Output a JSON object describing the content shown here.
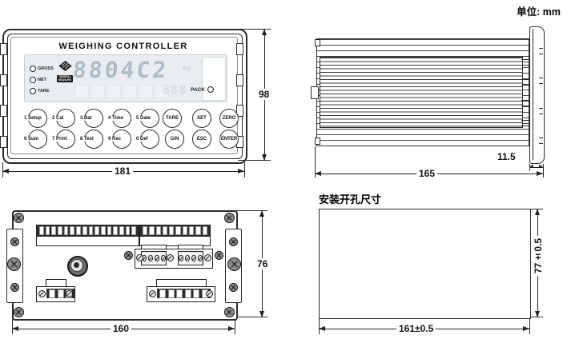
{
  "unit_note": "单位: mm",
  "front_view": {
    "title": "WEIGHING CONTROLLER",
    "leds": [
      "GROSS",
      "NET",
      "TARE"
    ],
    "logo_line1": "GENERAL",
    "logo_line2": "MEASURE",
    "display_value": "8804C2",
    "display_unit": "kg",
    "sub_display": "888",
    "pack_label": "PACK",
    "faint_box_count": 6,
    "tab_count": 4,
    "keys": [
      [
        "1 Setup",
        "2 Cal",
        "3 Bat",
        "4 Time",
        "5 Date"
      ],
      [
        "6 Sum",
        "7 Print",
        "8 Test",
        "9 Rec",
        "0 Def"
      ]
    ],
    "fn_keys": [
      [
        "TARE",
        "SET",
        "ZERO"
      ],
      [
        "G/N",
        "ESC",
        "ENTER"
      ]
    ],
    "dim_height": "98",
    "dim_width": "181"
  },
  "side_view": {
    "dim_depth": "165",
    "dim_bezel": "11.5",
    "notch_count": 4,
    "link_count": 4
  },
  "back_view": {
    "dim_height": "76",
    "dim_width": "160",
    "top_strip": {
      "left_pins": 16,
      "right_pins": 10
    },
    "mid_connector_pins": 4,
    "bottom_left_pins": 3,
    "bottom_right_pins": 6
  },
  "cutout": {
    "title": "安装开孔尺寸",
    "dim_width": "161±0.5",
    "dim_height": "77±0.5"
  }
}
